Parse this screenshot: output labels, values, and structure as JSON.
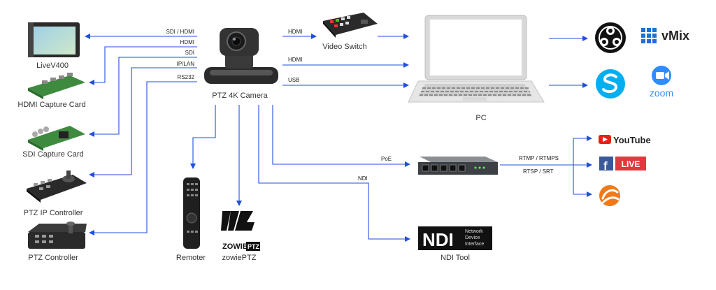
{
  "devices": {
    "camera": "PTZ 4K Camera",
    "livev400": "LiveV400",
    "hdmi_capture": "HDMI Capture Card",
    "sdi_capture": "SDI Capture Card",
    "ptz_ip_controller": "PTZ IP Controller",
    "ptz_controller": "PTZ Controller",
    "remoter": "Remoter",
    "zowieptz": "zowiePTZ",
    "video_switch": "Video Switch",
    "pc": "PC",
    "ndi_tool": "NDI Tool"
  },
  "connections": {
    "sdi_hdmi": "SDI / HDMI",
    "hdmi_1": "HDMI",
    "sdi": "SDI",
    "ip_lan": "IP/LAN",
    "rs232": "RS232",
    "hdmi_switch": "HDMI",
    "hdmi_pc": "HDMI",
    "usb": "USB",
    "poe": "PoE",
    "ndi": "NDI",
    "rtmp": "RTMP / RTMPS",
    "rtsp": "RTSP / SRT"
  },
  "software": {
    "vmix": "vMix",
    "zoom": "zoom",
    "youtube": "YouTube",
    "facebook_live": "LIVE"
  },
  "logos": {
    "zowie_mark": "ZOWIE",
    "zowie_ptz": "PTZ",
    "ndi": "NDI",
    "ndi_line1": "Network",
    "ndi_line2": "Device",
    "ndi_line3": "Interface"
  },
  "colors": {
    "wire": "#1f4fe0",
    "youtube_red": "#e62117",
    "facebook_blue": "#3b5998",
    "live_red": "#e0393e",
    "skype_blue": "#00aff0",
    "zoom_blue": "#2d8cff",
    "vmix_blue": "#1f6fd6",
    "huya_orange": "#f07a1a"
  }
}
